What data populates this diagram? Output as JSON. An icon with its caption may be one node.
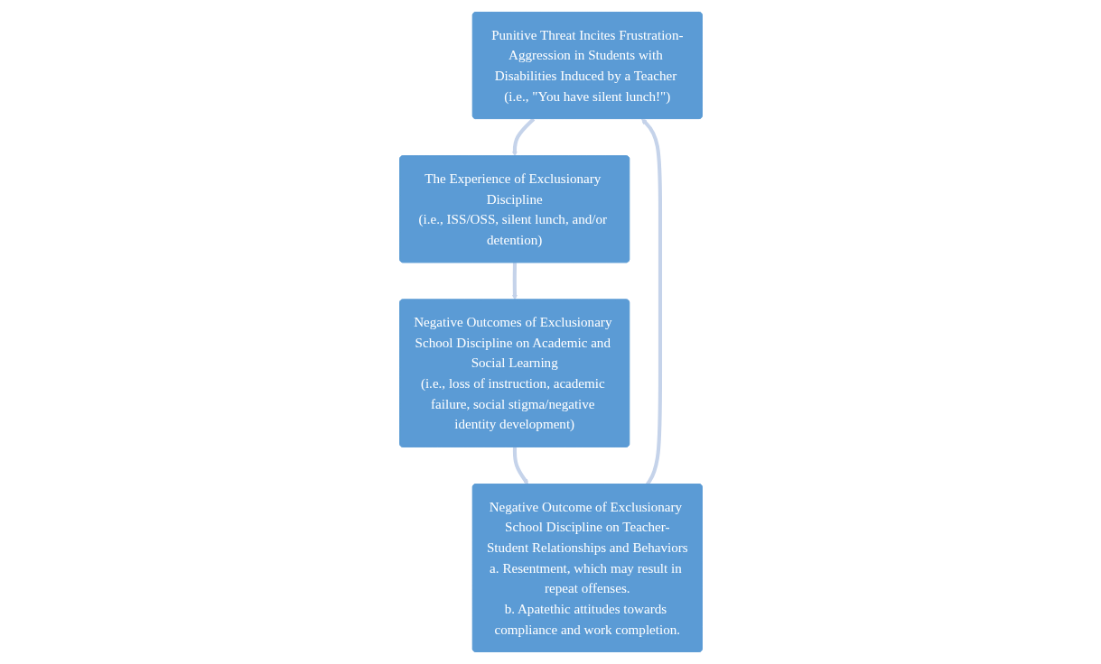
{
  "diagram": {
    "nodes": [
      {
        "text": [
          "Punitive Threat Incites Frustration-Aggression in Students with Disabilities Induced by a Teacher (i.e., \"You have silent lunch!\")"
        ]
      },
      {
        "text": [
          "The Experience of Exclusionary Discipline",
          "(i.e., ISS/OSS, silent lunch, and/or detention)"
        ]
      },
      {
        "text": [
          "Negative Outcomes of Exclusionary School Discipline on Academic and Social Learning",
          "(i.e., loss of instruction, academic failure, social stigma/negative identity development)"
        ]
      },
      {
        "text": [
          "Negative Outcome of Exclusionary School Discipline on Teacher-Student Relationships and Behaviors",
          "a. Resentment, which may result in repeat offenses.",
          "b. Apatethic attitudes towards compliance and work completion."
        ]
      }
    ],
    "edges": [
      {
        "from": 0,
        "to": 1,
        "arrow": "to"
      },
      {
        "from": 1,
        "to": 2,
        "arrow": "to"
      },
      {
        "from": 2,
        "to": 3,
        "arrow": "to"
      },
      {
        "from": 3,
        "to": 0,
        "arrow": "to"
      }
    ]
  }
}
